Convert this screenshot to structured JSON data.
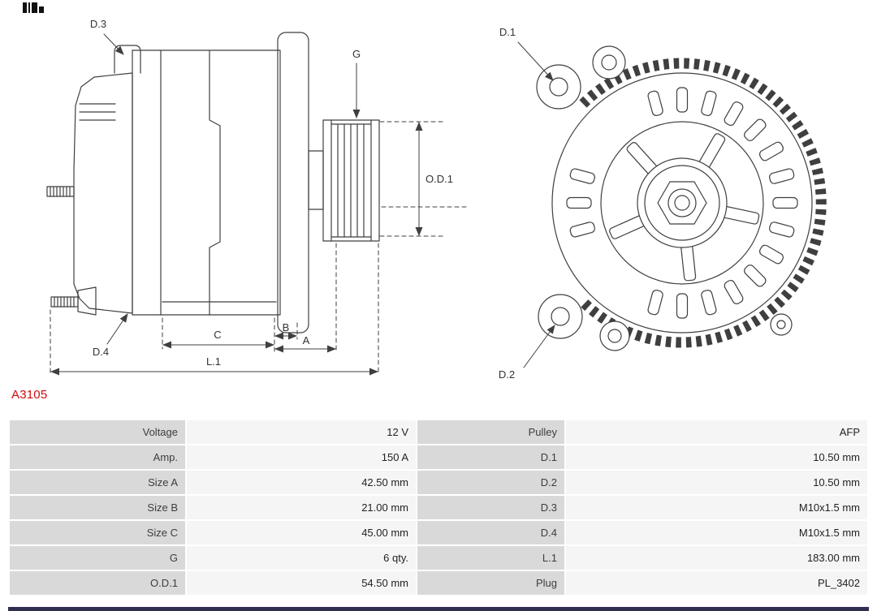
{
  "part": {
    "number": "A3105"
  },
  "diagram": {
    "side_labels": {
      "d3": "D.3",
      "d4": "D.4",
      "g": "G",
      "od1": "O.D.1",
      "a": "A",
      "b": "B",
      "c": "C",
      "l1": "L.1"
    },
    "rear_labels": {
      "d1": "D.1",
      "d2": "D.2"
    }
  },
  "table": {
    "rows": [
      {
        "label1": "Voltage",
        "value1": "12 V",
        "label2": "Pulley",
        "value2": "AFP"
      },
      {
        "label1": "Amp.",
        "value1": "150 A",
        "label2": "D.1",
        "value2": "10.50 mm"
      },
      {
        "label1": "Size A",
        "value1": "42.50 mm",
        "label2": "D.2",
        "value2": "10.50 mm"
      },
      {
        "label1": "Size B",
        "value1": "21.00 mm",
        "label2": "D.3",
        "value2": "M10x1.5 mm"
      },
      {
        "label1": "Size C",
        "value1": "45.00 mm",
        "label2": "D.4",
        "value2": "M10x1.5 mm"
      },
      {
        "label1": "G",
        "value1": "6 qty.",
        "label2": "L.1",
        "value2": "183.00 mm"
      },
      {
        "label1": "O.D.1",
        "value1": "54.50 mm",
        "label2": "Plug",
        "value2": "PL_3402"
      }
    ]
  },
  "colors": {
    "accent_red": "#d10a10",
    "label_cell_bg": "#d9d9d9",
    "value_cell_bg": "#f5f5f5",
    "line_art": "#3f3f3f"
  }
}
